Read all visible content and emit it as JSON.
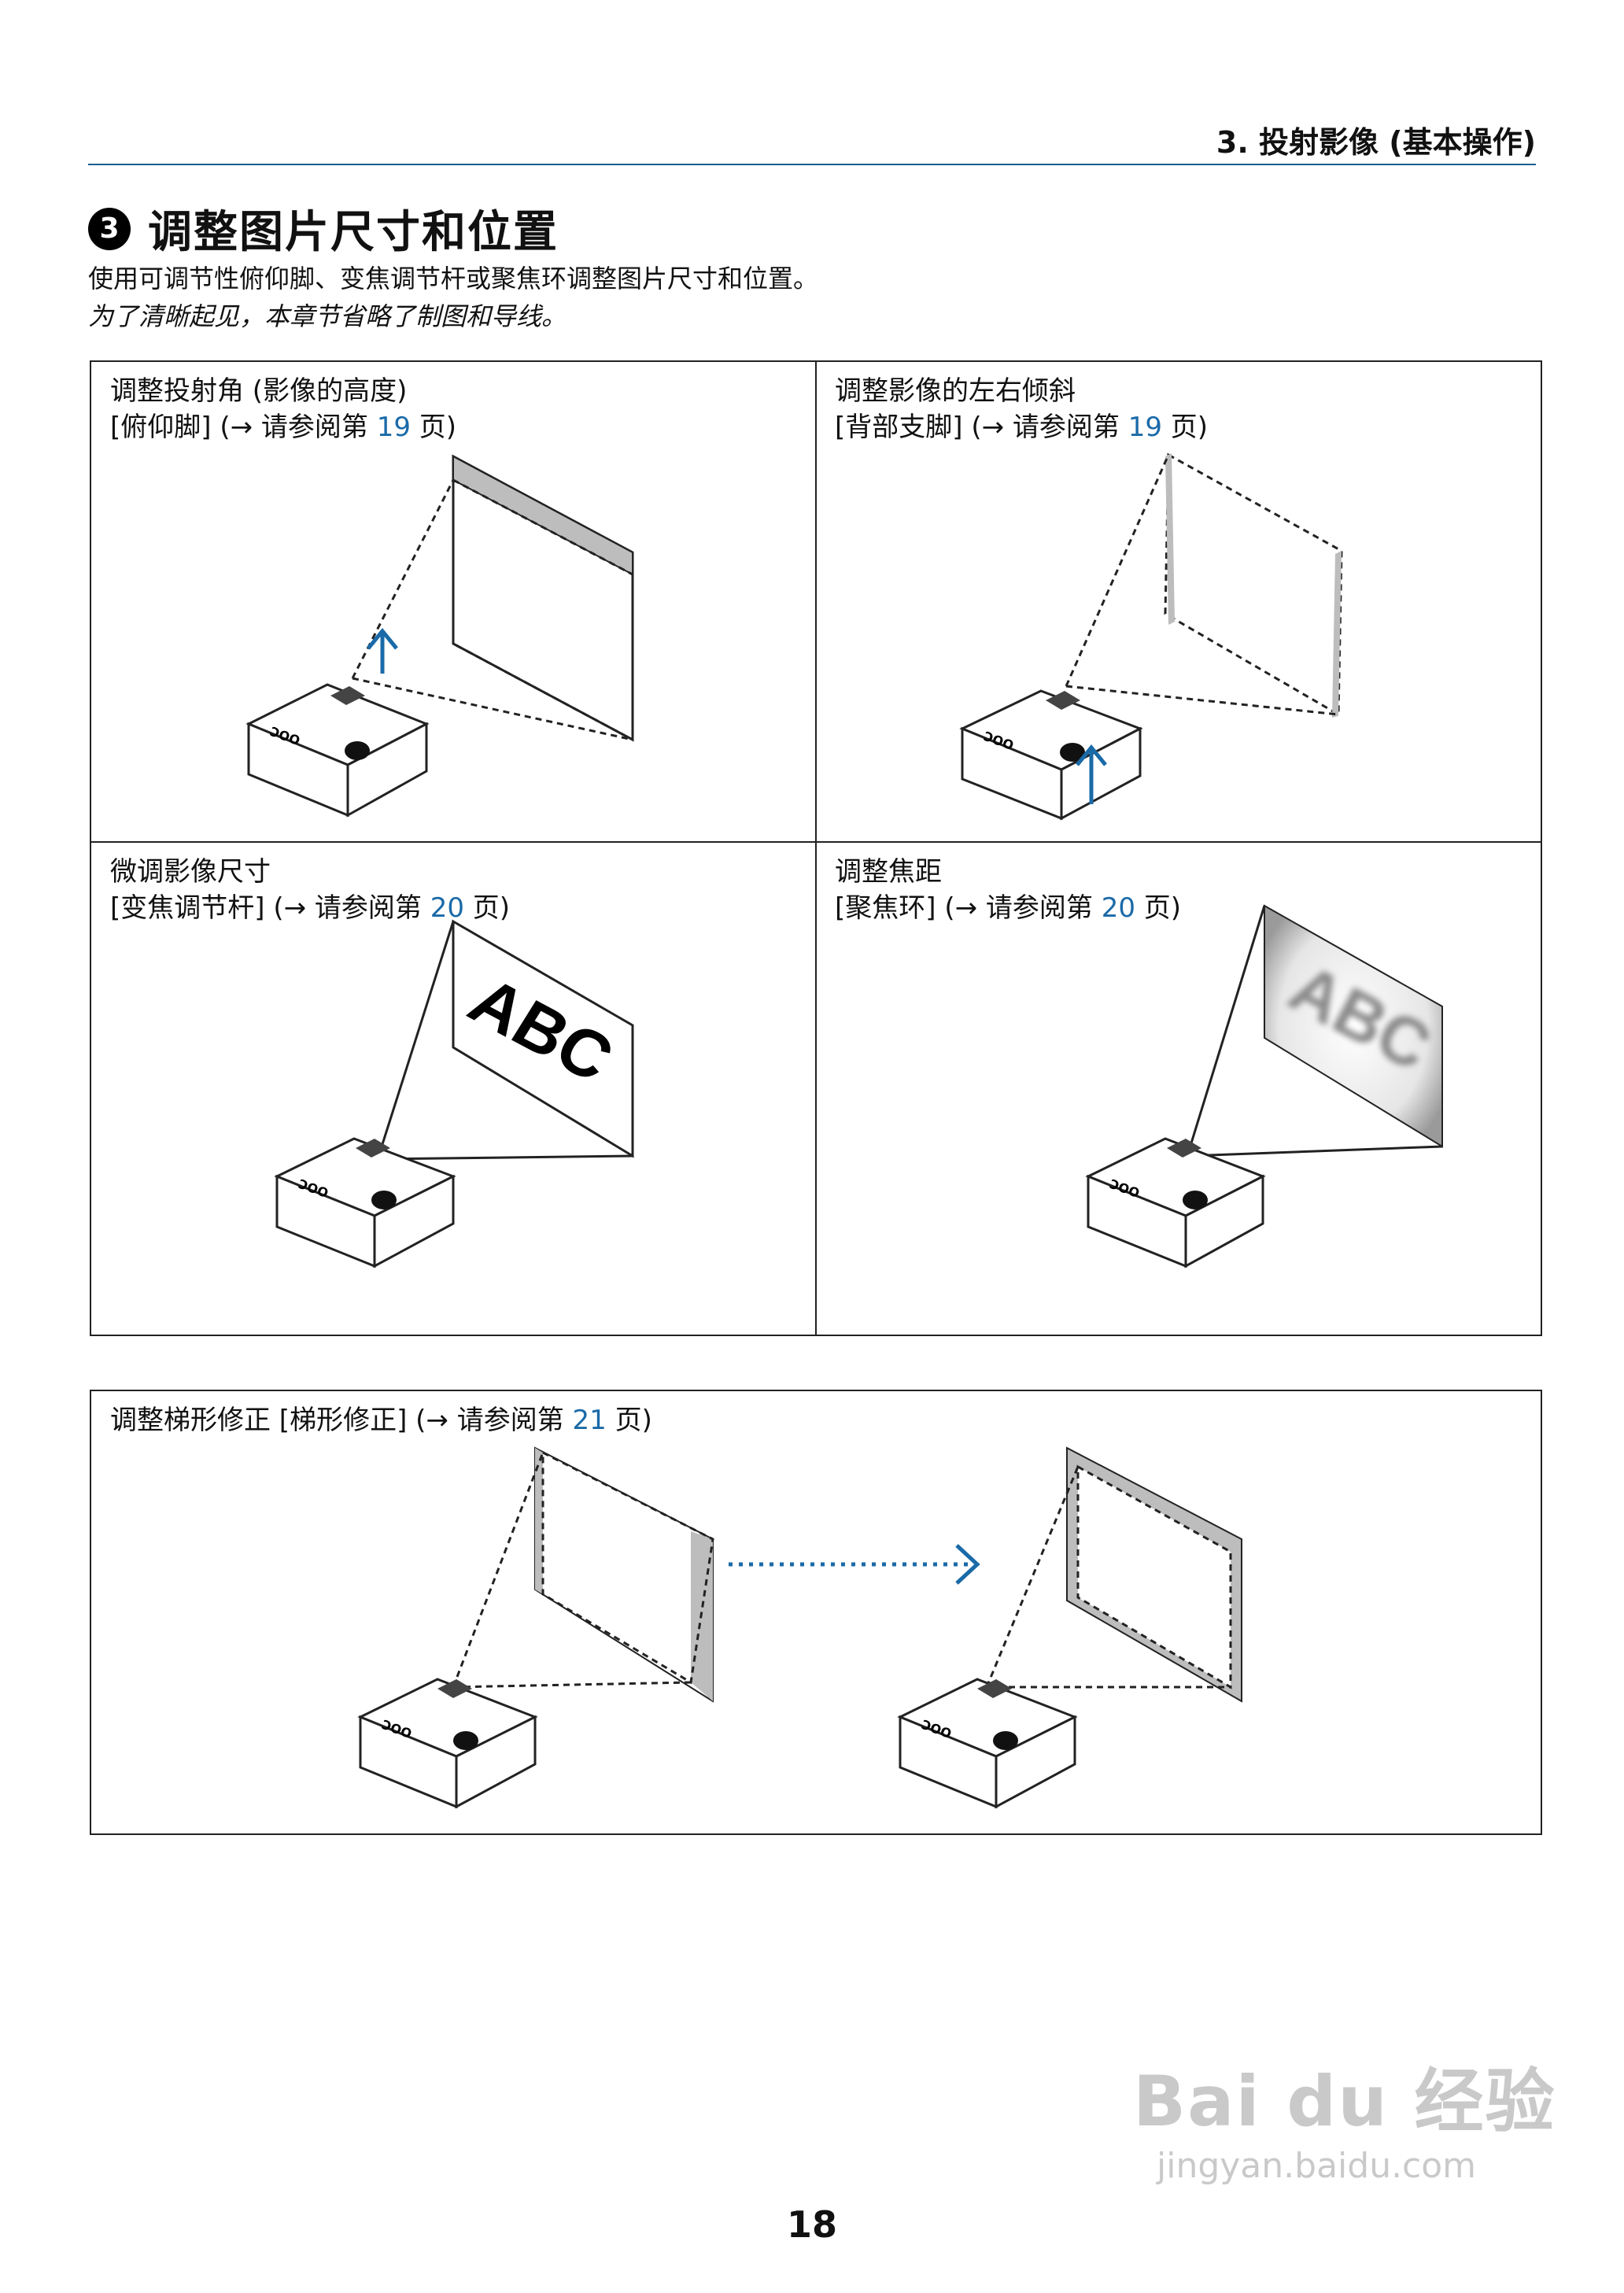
{
  "header": {
    "chapter_title": "3. 投射影像 (基本操作)"
  },
  "section": {
    "step_number": "3",
    "title": "调整图片尺寸和位置",
    "intro": "使用可调节性俯仰脚、变焦调节杆或聚焦环调整图片尺寸和位置。",
    "note": "为了清晰起见，本章节省略了制图和导线。"
  },
  "panels": [
    {
      "line1": "调整投射角 (影像的高度)",
      "line2_prefix": "[俯仰脚] (→ 请参阅第 ",
      "page": "19",
      "line2_suffix": " 页)"
    },
    {
      "line1": "调整影像的左右倾斜",
      "line2_prefix": "[背部支脚] (→ 请参阅第 ",
      "page": "19",
      "line2_suffix": " 页)"
    },
    {
      "line1": "微调影像尺寸",
      "line2_prefix": "[变焦调节杆] (→ 请参阅第 ",
      "page": "20",
      "line2_suffix": " 页)"
    },
    {
      "line1": "调整焦距",
      "line2_prefix": "[聚焦环] (→ 请参阅第 ",
      "page": "20",
      "line2_suffix": " 页)"
    }
  ],
  "keystone": {
    "prefix": "调整梯形修正 [梯形修正] (→ 请参阅第 ",
    "page": "21",
    "suffix": " 页)"
  },
  "screen_text": "ABC",
  "projector_label": "ƆOO",
  "page_number": "18",
  "watermark": {
    "logo": "Bai du 经验",
    "url": "jingyan.baidu.com"
  },
  "colors": {
    "accent_blue": "#1a6aa8",
    "rule_blue": "#1a5e8f",
    "shade_gray": "#bdbdbd"
  }
}
